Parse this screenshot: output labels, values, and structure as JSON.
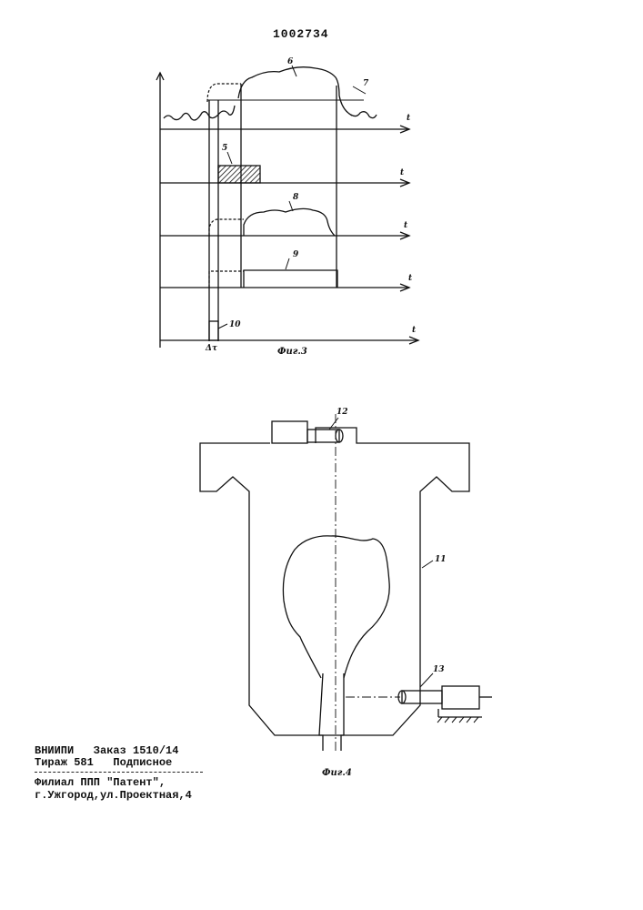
{
  "header": {
    "patent_number": "1002734"
  },
  "fig3": {
    "caption": "Фиг.3",
    "axis_symbol": "t",
    "labels": {
      "l5": "5",
      "l6": "6",
      "l7": "7",
      "l8": "8",
      "l9": "9",
      "l10": "10",
      "dt": "Δτ"
    }
  },
  "fig4": {
    "caption": "Фиг.4",
    "labels": {
      "l11": "11",
      "l12": "12",
      "l13": "13"
    }
  },
  "imprint": {
    "line1": "ВНИИПИ   Заказ 1510/14",
    "line2": "Тираж 581   Подписное",
    "line3": "Филиал ППП \"Патент\",",
    "line4": "г.Ужгород,ул.Проектная,4"
  }
}
